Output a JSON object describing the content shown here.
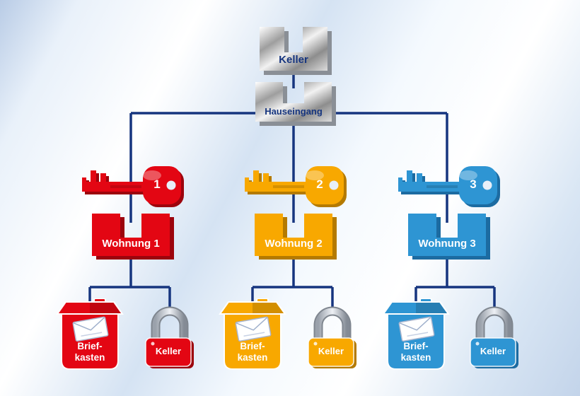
{
  "background_color": "#dfe9f6",
  "connector_color": "#16357f",
  "root": {
    "label": "Keller",
    "shape": "silver-lock-symbol"
  },
  "entrance": {
    "label": "Hauseingang",
    "shape": "silver-lock-symbol"
  },
  "groups": [
    {
      "key_number": "1",
      "key_color": "#e30613",
      "key_color_dark": "#9c040d",
      "apartment_label": "Wohnung 1",
      "mailbox": {
        "line1": "Brief-",
        "line2": "kasten"
      },
      "padlock_label": "Keller"
    },
    {
      "key_number": "2",
      "key_color": "#f8a800",
      "key_color_dark": "#b47a00",
      "apartment_label": "Wohnung 2",
      "mailbox": {
        "line1": "Brief-",
        "line2": "kasten"
      },
      "padlock_label": "Keller"
    },
    {
      "key_number": "3",
      "key_color": "#2e95d3",
      "key_color_dark": "#1c6ba1",
      "apartment_label": "Wohnung 3",
      "mailbox": {
        "line1": "Brief-",
        "line2": "kasten"
      },
      "padlock_label": "Keller"
    }
  ]
}
